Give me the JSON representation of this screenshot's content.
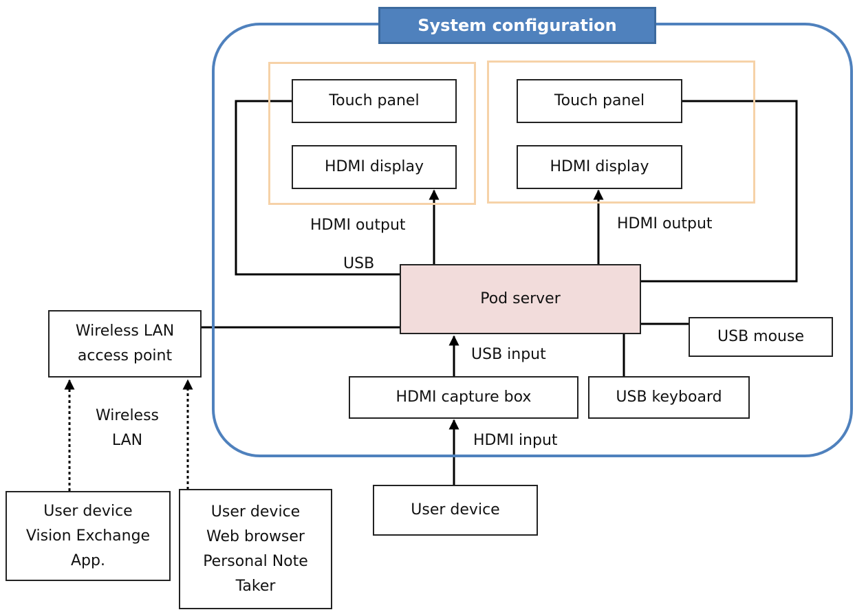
{
  "title": "System configuration",
  "nodes": {
    "touch_panel_left": "Touch panel",
    "hdmi_display_left": "HDMI display",
    "touch_panel_right": "Touch panel",
    "hdmi_display_right": "HDMI display",
    "pod_server": "Pod server",
    "usb_mouse": "USB mouse",
    "usb_keyboard": "USB keyboard",
    "hdmi_capture_box": "HDMI capture box",
    "user_device_hdmi": "User device",
    "wireless_lan_ap": [
      "Wireless LAN",
      "access point"
    ],
    "user_device_app": [
      "User device",
      "Vision Exchange",
      "App."
    ],
    "user_device_browser": [
      "User device",
      "Web browser",
      "Personal Note",
      "Taker"
    ]
  },
  "edge_labels": {
    "hdmi_output_left": "HDMI output",
    "hdmi_output_right": "HDMI output",
    "usb": "USB",
    "usb_input": "USB input",
    "hdmi_input": "HDMI input",
    "wireless_lan": [
      "Wireless",
      "LAN"
    ]
  },
  "colors": {
    "frame": "#4f81bd",
    "title_bg": "#4f81bd",
    "group_border": "#f6d2a8",
    "pod_server_fill": "#f2dcdb",
    "line": "#000000"
  }
}
